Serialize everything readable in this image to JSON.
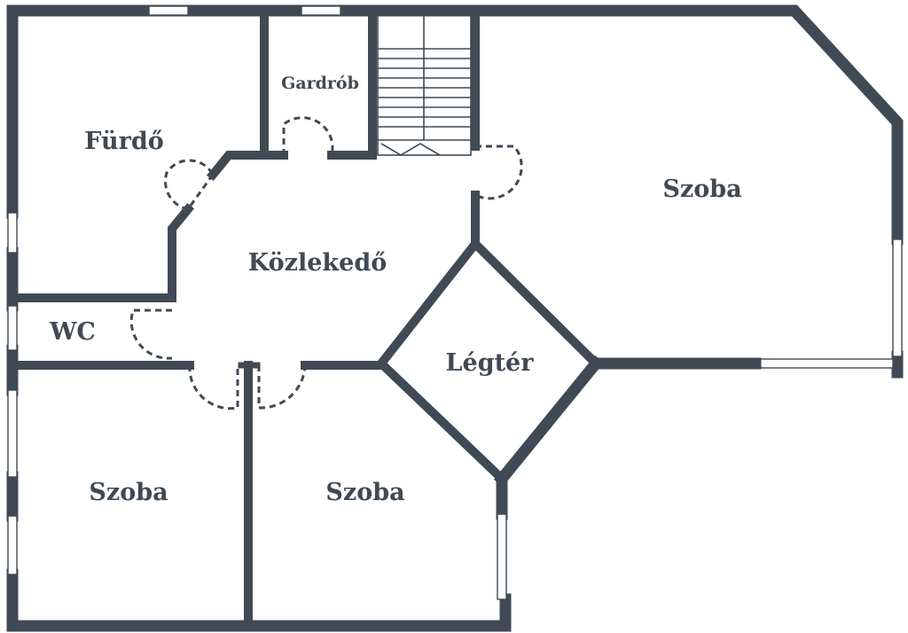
{
  "rooms": {
    "furdo": "Fürdő",
    "gardrob": "Gardrób",
    "szoba_east": "Szoba",
    "kozlekedo": "Közlekedő",
    "wc": "WC",
    "legter": "Légtér",
    "szoba_southwest": "Szoba",
    "szoba_south": "Szoba"
  }
}
